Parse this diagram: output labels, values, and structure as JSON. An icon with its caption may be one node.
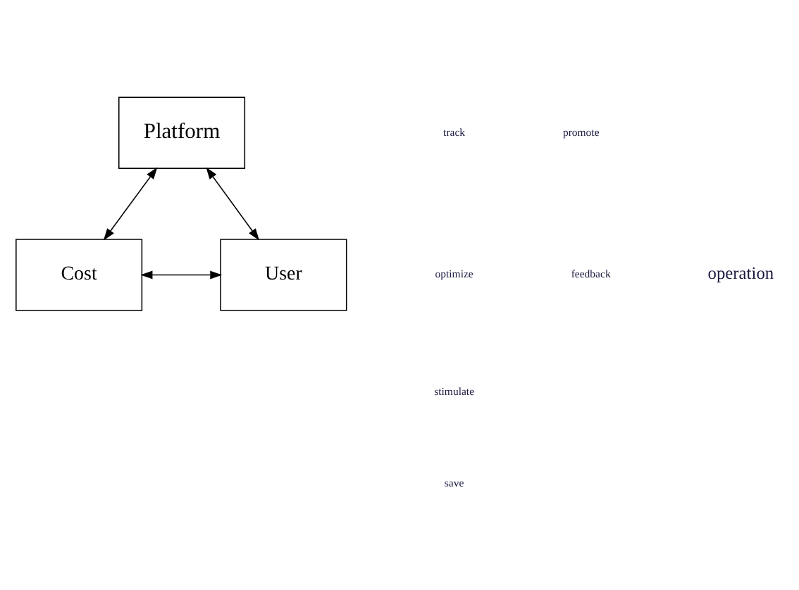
{
  "diagram": {
    "nodes": [
      {
        "text": [
          "Platform"
        ]
      },
      {
        "text": [
          "Cost"
        ]
      },
      {
        "text": [
          "User"
        ]
      }
    ],
    "edges": [
      {
        "from": 0,
        "to": 1,
        "arrow": "both"
      },
      {
        "from": 0,
        "to": 2,
        "arrow": "both"
      },
      {
        "from": 1,
        "to": 2,
        "arrow": "both"
      }
    ],
    "labels": [
      "track",
      "promote",
      "optimize",
      "feedback",
      "operation",
      "stimulate",
      "save"
    ]
  }
}
